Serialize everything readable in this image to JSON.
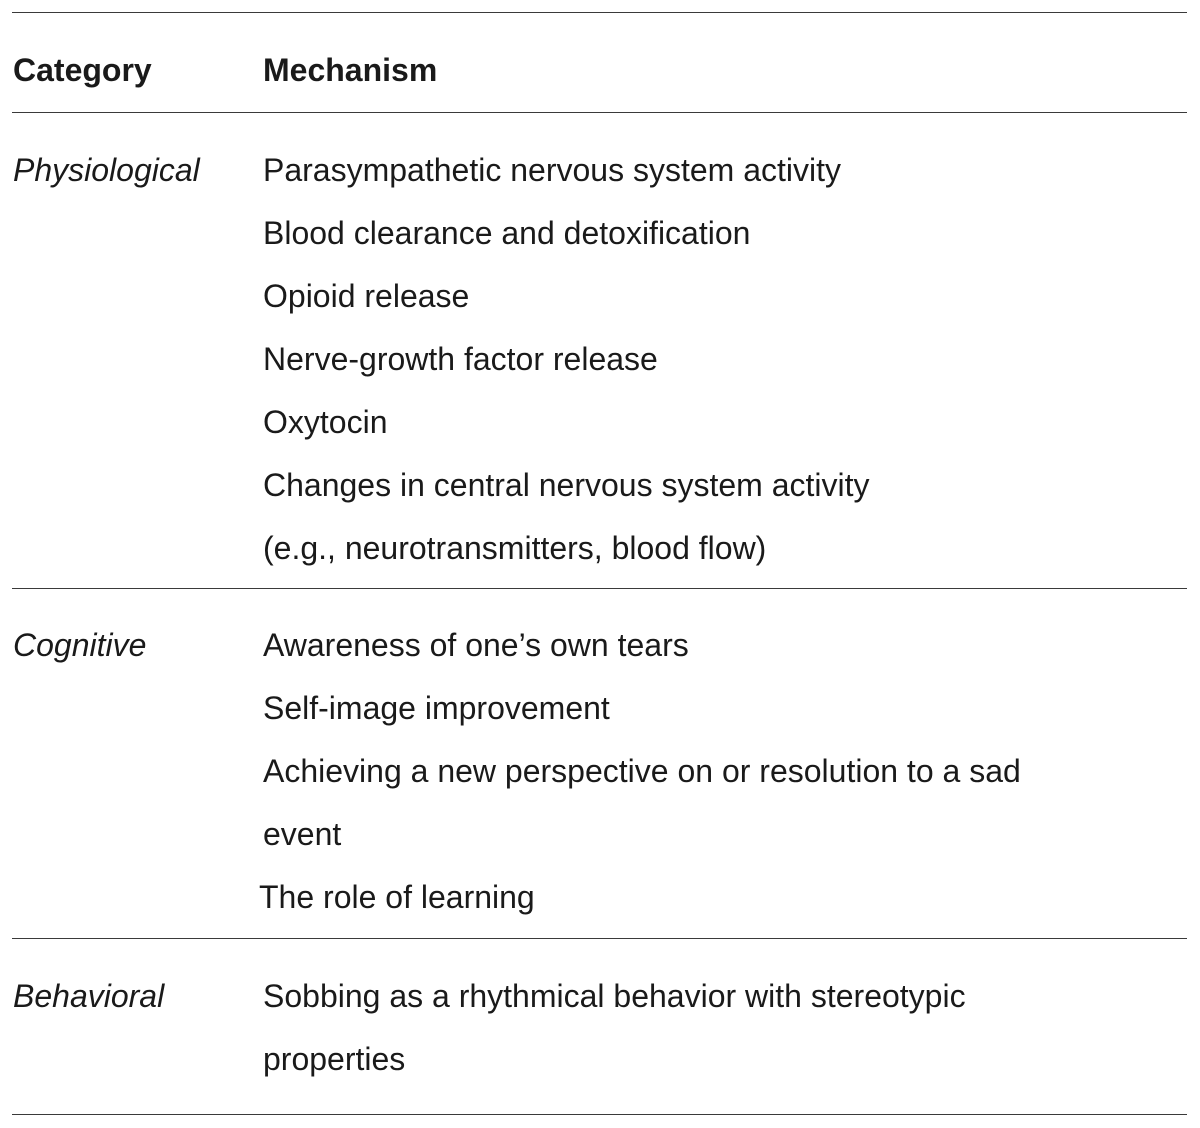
{
  "table": {
    "headers": {
      "category": "Category",
      "mechanism": "Mechanism"
    },
    "sections": [
      {
        "category": "Physiological",
        "mechanisms": [
          [
            "Parasympathetic nervous system activity"
          ],
          [
            "Blood clearance and detoxification"
          ],
          [
            "Opioid release"
          ],
          [
            "Nerve-growth factor release"
          ],
          [
            "Oxytocin"
          ],
          [
            "Changes in central nervous system activity",
            "(e.g., neurotransmitters, blood flow)"
          ]
        ]
      },
      {
        "category": "Cognitive",
        "mechanisms": [
          [
            "Awareness of one’s own tears"
          ],
          [
            "Self-image improvement"
          ],
          [
            "Achieving a new perspective on or resolution to a sad",
            "event"
          ],
          [
            "The role of learning"
          ]
        ]
      },
      {
        "category": "Behavioral",
        "mechanisms": [
          [
            "Sobbing as a rhythmical behavior with stereotypic",
            "properties"
          ]
        ]
      }
    ]
  }
}
